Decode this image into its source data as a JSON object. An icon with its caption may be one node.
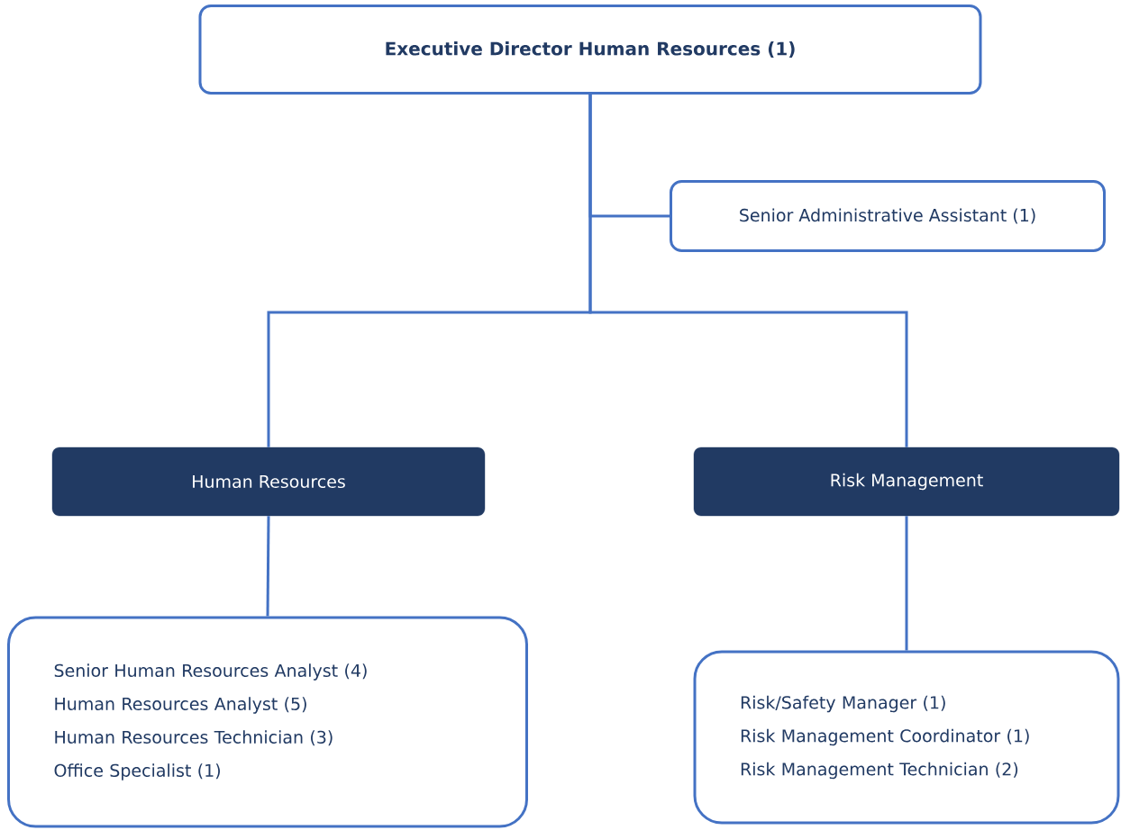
{
  "diagram": {
    "nodes": [
      {
        "text": [
          "Executive Director Human Resources (1)"
        ]
      },
      {
        "text": [
          "Senior Administrative Assistant (1)"
        ]
      },
      {
        "text": [
          "Human Resources"
        ]
      },
      {
        "text": [
          "Risk Management"
        ]
      },
      {
        "text": [
          "Senior Human Resources Analyst (4)",
          "Human Resources Analyst (5)",
          "Human Resources Technician (3)",
          "Office Specialist (1)"
        ]
      },
      {
        "text": [
          "Risk/Safety Manager (1)",
          "Risk Management Coordinator (1)",
          "Risk Management Technician (2)"
        ]
      }
    ],
    "edges": [
      {
        "from": 0,
        "to": 1,
        "arrow": "none"
      },
      {
        "from": 0,
        "to": 2,
        "arrow": "none"
      },
      {
        "from": 0,
        "to": 3,
        "arrow": "none"
      },
      {
        "from": 2,
        "to": 4,
        "arrow": "none"
      },
      {
        "from": 3,
        "to": 5,
        "arrow": "none"
      }
    ]
  }
}
